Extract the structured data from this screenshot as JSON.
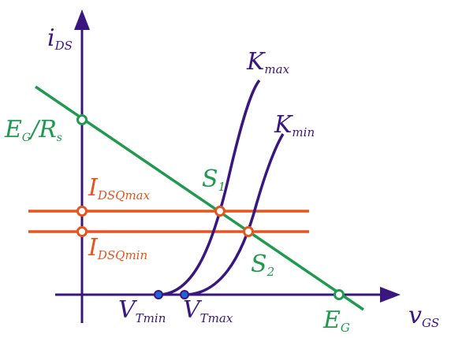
{
  "labels": {
    "y_axis": "i",
    "y_axis_sub": "DS",
    "x_axis": "v",
    "x_axis_sub": "GS",
    "kmax": "K",
    "kmax_sub": "max",
    "kmin": "K",
    "kmin_sub": "min",
    "eg_over_rs_a": "E",
    "eg_over_rs_a_sub": "G",
    "eg_over_rs_slash": "/",
    "eg_over_rs_b": "R",
    "eg_over_rs_b_sub": "s",
    "idsq_max": "I",
    "idsq_max_sub": "DSQmax",
    "idsq_min": "I",
    "idsq_min_sub": "DSQmin",
    "s1": "S",
    "s1_sub": "1",
    "s2": "S",
    "s2_sub": "2",
    "vtmin": "V",
    "vtmin_sub": "Tmin",
    "vtmax": "V",
    "vtmax_sub": "Tmax",
    "eg": "E",
    "eg_sub": "G"
  },
  "colors": {
    "axis": "#3a1780",
    "load_line": "#1f9a4f",
    "current_lines": "#e8541d",
    "transfer_curves": "#3a1780",
    "point_fill": "#ffffff",
    "threshold_point": "#1e64d8"
  }
}
